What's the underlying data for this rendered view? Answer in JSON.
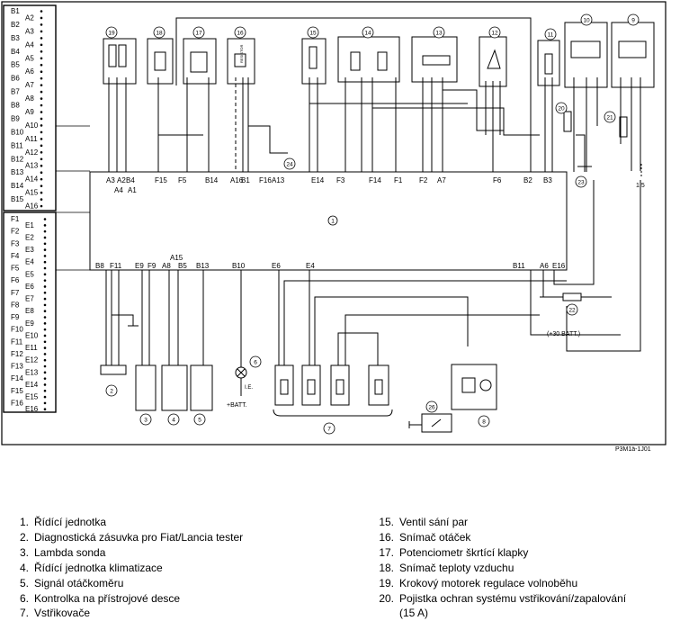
{
  "connector_left_upper": [
    "B1",
    "A2",
    "B2",
    "A3",
    "B3",
    "A4",
    "B4",
    "A5",
    "B5",
    "A6",
    "B6",
    "A7",
    "B7",
    "A8",
    "B8",
    "A9",
    "B9",
    "A10",
    "B10",
    "A11",
    "B11",
    "A12",
    "B12",
    "A13",
    "B13",
    "A14",
    "B14",
    "A15",
    "B15",
    "A16"
  ],
  "connector_left_lower": [
    "F1",
    "E1",
    "F2",
    "E2",
    "F3",
    "E3",
    "F4",
    "E4",
    "F5",
    "E5",
    "F6",
    "E6",
    "F7",
    "E7",
    "F8",
    "E8",
    "F9",
    "E9",
    "F10",
    "E10",
    "F11",
    "E11",
    "F12",
    "E12",
    "F13",
    "E13",
    "F14",
    "E14",
    "F15",
    "E15",
    "F16",
    "E16"
  ],
  "ecu_top_pins": [
    "A3",
    "A2",
    "B4",
    "F15",
    "F5",
    "B14",
    "A16",
    "B1",
    "F16",
    "A13",
    "E14",
    "F3",
    "F14",
    "F1",
    "F2",
    "A7",
    "F6",
    "B2",
    "B3"
  ],
  "ecu_top_sub_pins": [
    "A4",
    "A1"
  ],
  "ecu_bottom_pins": [
    "B8",
    "F11",
    "E9",
    "F9",
    "A8",
    "B5",
    "B13",
    "B10",
    "E6",
    "E4",
    "B11",
    "A6",
    "E16"
  ],
  "ecu_bottom_sub_pin": "A15",
  "ecu_number": "1",
  "component_numbers": [
    "19",
    "18",
    "17",
    "16",
    "15",
    "14",
    "13",
    "12",
    "11",
    "10",
    "9",
    "20",
    "21",
    "22",
    "23",
    "24",
    "2",
    "3",
    "4",
    "5",
    "6",
    "7",
    "8",
    "26"
  ],
  "texts": {
    "batt_30": "(+30 BATT.)",
    "batt_plus": "+BATT.",
    "ie": "I.E.",
    "fuse_15": "1.5",
    "sensor_label": "RESISTOR"
  },
  "watermark": "P3M1ä-1J01",
  "legend_left": [
    {
      "num": "1.",
      "text": "Řídící jednotka"
    },
    {
      "num": "2.",
      "text": "Diagnostická zásuvka pro Fiat/Lancia tester"
    },
    {
      "num": "3.",
      "text": "Lambda sonda"
    },
    {
      "num": "4.",
      "text": "Řídící jednotka klimatizace"
    },
    {
      "num": "5.",
      "text": "Signál otáčkoměru"
    },
    {
      "num": "6.",
      "text": "Kontrolka na přístrojové desce"
    },
    {
      "num": "7.",
      "text": "Vstřikovače"
    }
  ],
  "legend_right": [
    {
      "num": "15.",
      "text": "Ventil sání par"
    },
    {
      "num": "16.",
      "text": "Snímač otáček"
    },
    {
      "num": "17.",
      "text": "Potenciometr škrtící klapky"
    },
    {
      "num": "18.",
      "text": "Snímač teploty vzduchu"
    },
    {
      "num": "19.",
      "text": "Krokový motorek regulace volnoběhu"
    },
    {
      "num": "20.",
      "text": "Pojistka ochran systému vstřikování/zapalování"
    }
  ],
  "legend_right_continuation": "(15 A)",
  "colors": {
    "ink": "#000000",
    "background": "#ffffff"
  }
}
